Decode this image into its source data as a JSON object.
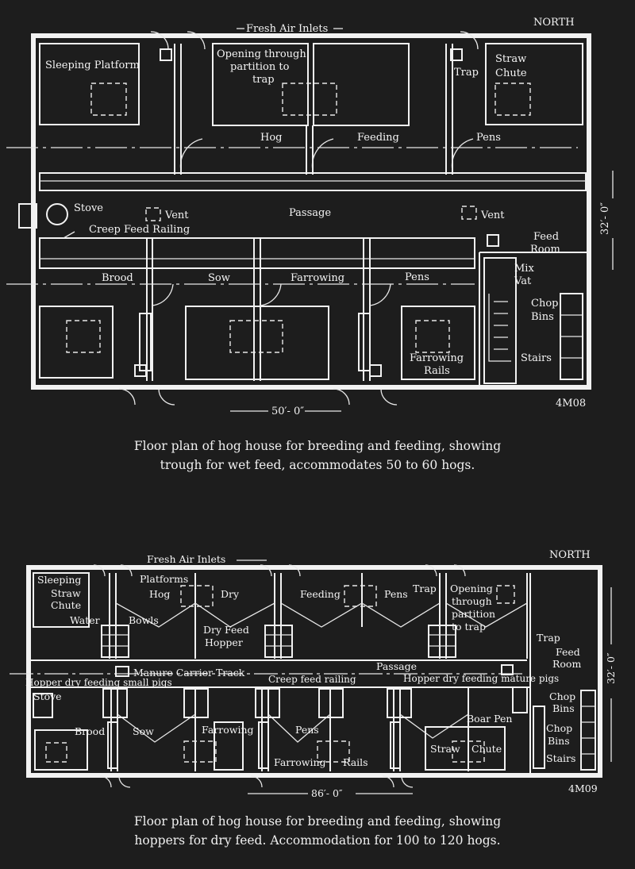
{
  "plan1": {
    "north": "NORTH",
    "fresh_air_inlets": "Fresh Air Inlets",
    "labels": {
      "sleeping_platform": "Sleeping Platform",
      "opening_l1": "Opening through",
      "opening_l2": "partition to",
      "opening_l3": "trap",
      "trap": "Trap",
      "straw": "Straw",
      "chute": "Chute",
      "hog": "Hog",
      "feeding": "Feeding",
      "pens": "Pens",
      "stove": "Stove",
      "vent": "Vent",
      "passage": "Passage",
      "creep_feed_railing": "Creep Feed Railing",
      "feed": "Feed",
      "room": "Room",
      "mix": "Mix",
      "vat": "Vat",
      "brood": "Brood",
      "sow": "Sow",
      "farrowing": "Farrowing",
      "pens2": "Pens",
      "chop": "Chop",
      "bins": "Bins",
      "farrowing_rails_l1": "Farrowing",
      "farrowing_rails_l2": "Rails",
      "stairs": "Stairs"
    },
    "dim_width": "50′- 0″",
    "dim_depth": "32′- 0″",
    "code": "4M08",
    "caption_l1": "Floor plan of hog house for breeding and feeding, showing",
    "caption_l2": "trough for wet feed, accommodates 50 to 60 hogs."
  },
  "plan2": {
    "north": "NORTH",
    "fresh_air_inlets": "Fresh Air Inlets",
    "labels": {
      "sleeping": "Sleeping",
      "straw": "Straw",
      "chute": "Chute",
      "platforms": "Platforms",
      "hog": "Hog",
      "dry": "Dry",
      "feeding": "Feeding",
      "pens": "Pens",
      "trap": "Trap",
      "opening": "Opening",
      "through": "through",
      "partition": "partition",
      "to_trap": "to trap",
      "water": "Water",
      "bowls": "Bowls",
      "dry_feed": "Dry Feed",
      "hopper": "Hopper",
      "trap2": "Trap",
      "feed": "Feed",
      "room": "Room",
      "manure_carrier_track": "Manure Carrier Track",
      "passage": "Passage",
      "hopper_small": "Hopper dry feeding small pigs",
      "creep_feed_railing": "Creep feed railing",
      "hopper_mature": "Hopper dry feeding mature pigs",
      "stove": "Stove",
      "brood": "Brood",
      "sow": "Sow",
      "farrowing": "Farrowing",
      "pens2": "Pens",
      "farrowing2": "Farrowing",
      "rails": "Rails",
      "boar_pen": "Boar Pen",
      "straw2": "Straw",
      "chute2": "Chute",
      "chop1": "Chop",
      "bins1": "Bins",
      "chop2": "Chop",
      "bins2": "Bins",
      "stairs": "Stairs"
    },
    "dim_width": "86′- 0″",
    "dim_depth": "32′- 0″",
    "code": "4M09",
    "caption_l1": "Floor plan of hog house for breeding and feeding, showing",
    "caption_l2": "hoppers for dry feed.  Accommodation for 100 to 120 hogs."
  }
}
